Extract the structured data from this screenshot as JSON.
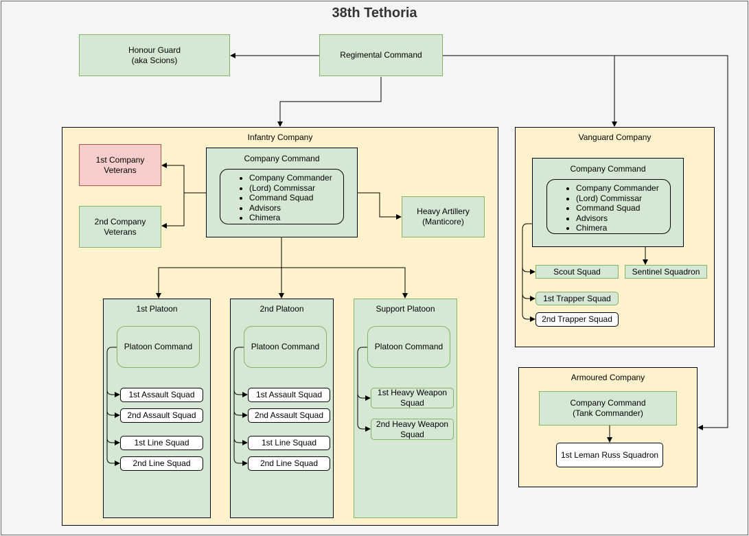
{
  "title": "38th Tethoria",
  "colors": {
    "command": "#d5e8d4",
    "company": "#fff2cc",
    "veteran": "#f8cecc",
    "squad": "#ffffff",
    "background": "#f5f5f5"
  },
  "top": {
    "honour_guard": "Honour Guard\n(aka Scions)",
    "regimental_command": "Regimental Command"
  },
  "infantry": {
    "title": "Infantry Company",
    "command_title": "Company Command",
    "command_items": [
      "Company Commander",
      "(Lord) Commissar",
      "Command Squad",
      "Advisors",
      "Chimera"
    ],
    "veterans_1": "1st Company\nVeterans",
    "veterans_2": "2nd Company\nVeterans",
    "artillery": "Heavy Artillery\n(Manticore)",
    "platoon1": {
      "title": "1st Platoon",
      "command": "Platoon Command",
      "squads": [
        "1st Assault Squad",
        "2nd Assault Squad",
        "1st Line Squad",
        "2nd Line Squad"
      ]
    },
    "platoon2": {
      "title": "2nd Platoon",
      "command": "Platoon Command",
      "squads": [
        "1st Assault Squad",
        "2nd Assault Squad",
        "1st Line Squad",
        "2nd Line Squad"
      ]
    },
    "support": {
      "title": "Support Platoon",
      "command": "Platoon Command",
      "squads": [
        "1st Heavy Weapon\nSquad",
        "2nd Heavy Weapon\nSquad"
      ]
    }
  },
  "vanguard": {
    "title": "Vanguard Company",
    "command_title": "Company Command",
    "command_items": [
      "Company Commander",
      "(Lord) Commissar",
      "Command Squad",
      "Advisors",
      "Chimera"
    ],
    "scout": "Scout Squad",
    "sentinel": "Sentinel Squadron",
    "trapper1": "1st Trapper Squad",
    "trapper2": "2nd Trapper Squad"
  },
  "armoured": {
    "title": "Armoured Company",
    "command": "Company Command\n(Tank Commander)",
    "leman": "1st Leman Russ Squadron"
  }
}
